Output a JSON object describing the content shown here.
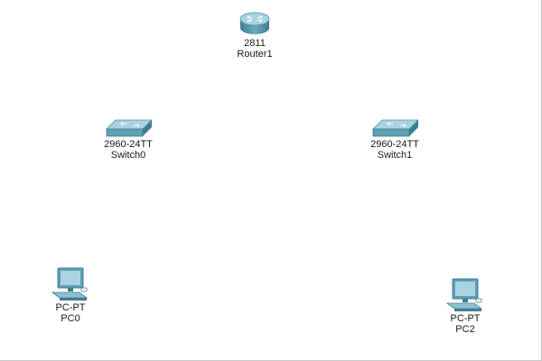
{
  "devices": {
    "router1": {
      "model": "2811",
      "name": "Router1",
      "icon": "router-icon"
    },
    "switch0": {
      "model": "2960-24TT",
      "name": "Switch0",
      "icon": "switch-icon"
    },
    "switch1": {
      "model": "2960-24TT",
      "name": "Switch1",
      "icon": "switch-icon"
    },
    "pc0": {
      "model": "PC-PT",
      "name": "PC0",
      "icon": "pc-icon"
    },
    "pc2": {
      "model": "PC-PT",
      "name": "PC2",
      "icon": "pc-icon"
    }
  },
  "colors": {
    "background": "#ffffff",
    "device_blue": "#5f9eb4",
    "device_dark": "#3f7d93",
    "device_light": "#a9d3e1",
    "label_text": "#1a1a1a"
  }
}
